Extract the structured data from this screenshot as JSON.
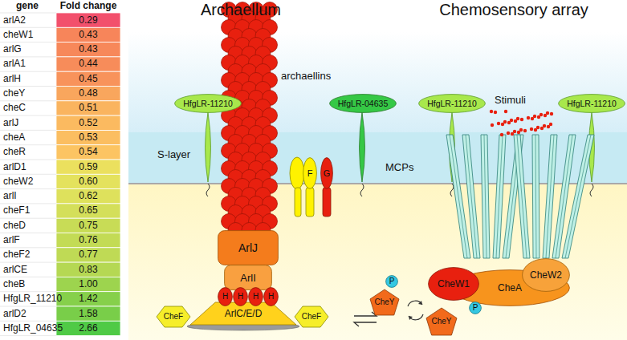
{
  "diagram": {
    "nodes": [
      {
        "text": [
          "HfgLR-11210"
        ]
      },
      {
        "text": [
          "HfgLR-04635"
        ]
      },
      {
        "text": [
          "HfgLR-11210"
        ]
      },
      {
        "text": [
          "HfgLR-11210"
        ]
      },
      {
        "text": [
          "F"
        ]
      },
      {
        "text": [
          "G"
        ]
      },
      {
        "text": [
          "ArlJ"
        ]
      },
      {
        "text": [
          "ArlI"
        ]
      },
      {
        "text": [
          "H"
        ]
      },
      {
        "text": [
          "H"
        ]
      },
      {
        "text": [
          "H"
        ]
      },
      {
        "text": [
          "H"
        ]
      },
      {
        "text": [
          "ArlC/E/D"
        ]
      },
      {
        "text": [
          "CheF"
        ]
      },
      {
        "text": [
          "CheF"
        ]
      },
      {
        "text": [
          "CheW1"
        ]
      },
      {
        "text": [
          "CheA"
        ]
      },
      {
        "text": [
          "CheW2"
        ]
      },
      {
        "text": [
          "P"
        ]
      },
      {
        "text": [
          "CheY"
        ]
      },
      {
        "text": [
          "CheY"
        ]
      },
      {
        "text": [
          "P"
        ]
      }
    ],
    "labels": [
      "gene",
      "Fold change",
      "arlA2",
      "0.29",
      "cheW1",
      "0.43",
      "arlG",
      "0.43",
      "arlA1",
      "0.44",
      "arlH",
      "0.45",
      "cheY",
      "0.48",
      "cheC",
      "0.51",
      "arlJ",
      "0.52",
      "cheA",
      "0.53",
      "cheR",
      "0.54",
      "arlD1",
      "0.59",
      "cheW2",
      "0.60",
      "arlI",
      "0.62",
      "cheF1",
      "0.65",
      "cheD",
      "0.75",
      "arlF",
      "0.76",
      "cheF2",
      "0.77",
      "arlCE",
      "0.83",
      "cheB",
      "1.00",
      "HfgLR_11210",
      "1.42",
      "arlD2",
      "1.58",
      "HfgLR_04635",
      "2.66",
      "Archaellum",
      "Chemosensory array",
      "archaellins",
      "S-layer",
      "Stimuli",
      "MCPs"
    ]
  }
}
